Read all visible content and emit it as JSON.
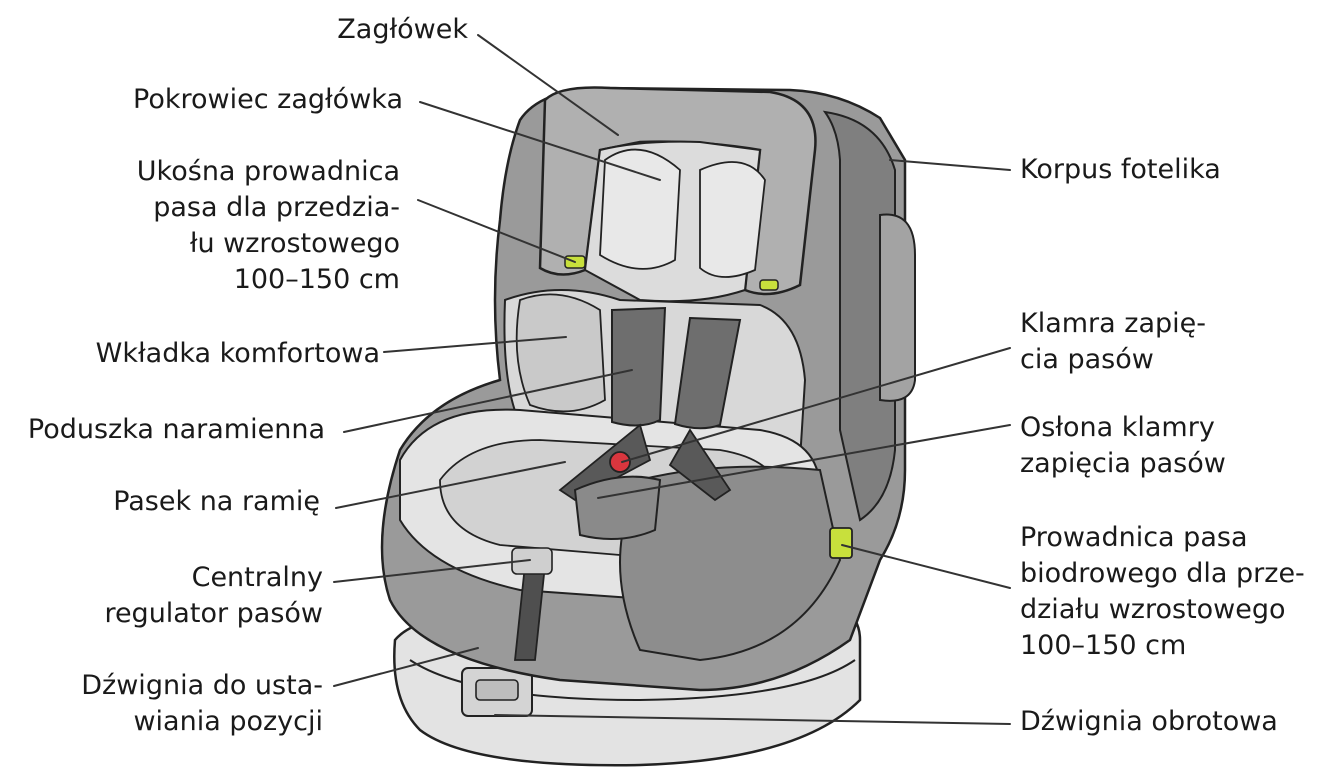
{
  "colors": {
    "outline": "#222222",
    "shell_dark": "#8c8c8c",
    "shell_mid": "#a8a8a8",
    "fabric_light": "#d9d9d9",
    "fabric_lighter": "#e6e6e6",
    "strap": "#6e6e6e",
    "accent_lime": "#c8e03c",
    "buckle_red": "#d9363e",
    "leader": "#333333"
  },
  "labels": {
    "zaglowek": [
      "Zagłówek"
    ],
    "pokrowiec": [
      "Pokrowiec zagłówka"
    ],
    "ukosna": [
      "Ukośna prowadnica",
      "pasa dla przedzia-",
      "łu wzrostowego",
      "100–150 cm"
    ],
    "wkladka": [
      "Wkładka komfortowa"
    ],
    "poduszka": [
      "Poduszka naramienna"
    ],
    "pasek": [
      "Pasek na ramię"
    ],
    "centralny": [
      "Centralny",
      "regulator pasów"
    ],
    "dzwignia_pozycji": [
      "Dźwignia do usta-",
      "wiania pozycji"
    ],
    "korpus": [
      "Korpus fotelika"
    ],
    "klamra": [
      "Klamra zapię-",
      "cia pasów"
    ],
    "oslona": [
      "Osłona klamry",
      "zapięcia pasów"
    ],
    "prowadnica_biodrowa": [
      "Prowadnica pasa",
      "biodrowego dla prze-",
      "działu wzrostowego",
      "100–150 cm"
    ],
    "dzwignia_obrotowa": [
      "Dźwignia obrotowa"
    ]
  }
}
